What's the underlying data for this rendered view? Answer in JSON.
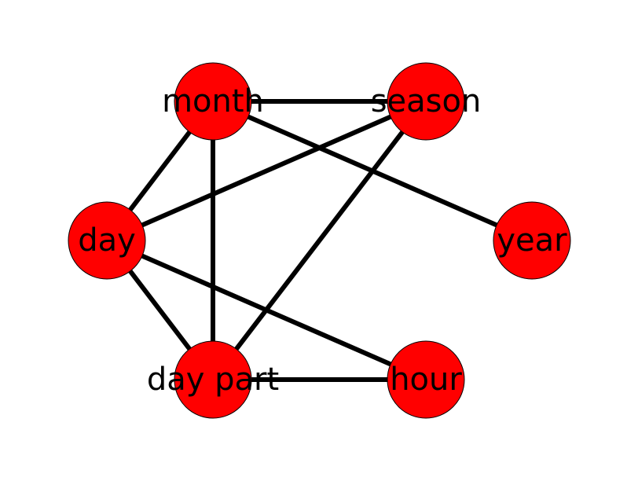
{
  "style": {
    "node_color": "#ff0000",
    "edge_color": "#000000",
    "label_color": "#000000",
    "background": "#ffffff"
  },
  "nodes": [
    {
      "id": "month",
      "label": "month"
    },
    {
      "id": "season",
      "label": "season"
    },
    {
      "id": "day",
      "label": "day"
    },
    {
      "id": "year",
      "label": "year"
    },
    {
      "id": "day_part",
      "label": "day part"
    },
    {
      "id": "hour",
      "label": "hour"
    }
  ],
  "edges": [
    {
      "source": "month",
      "target": "season"
    },
    {
      "source": "month",
      "target": "day"
    },
    {
      "source": "month",
      "target": "day_part"
    },
    {
      "source": "month",
      "target": "year"
    },
    {
      "source": "season",
      "target": "day"
    },
    {
      "source": "season",
      "target": "day_part"
    },
    {
      "source": "day",
      "target": "day_part"
    },
    {
      "source": "day",
      "target": "hour"
    },
    {
      "source": "day_part",
      "target": "hour"
    }
  ]
}
